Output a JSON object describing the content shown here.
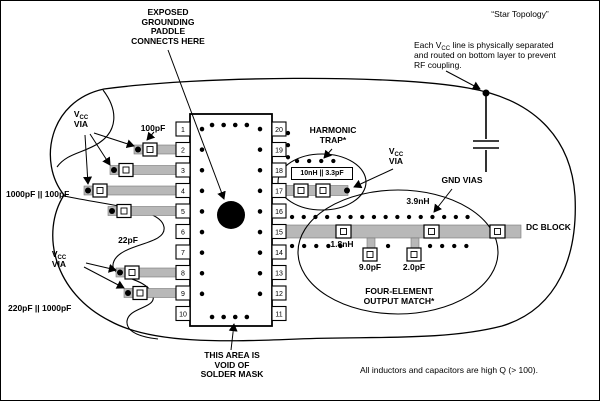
{
  "figure": {
    "star_topology": "“Star Topology”",
    "vcc_note": {
      "pre": "Each V",
      "sub": "CC",
      "post": " line is physically separated\nand routed on bottom layer to prevent\nRF coupling."
    },
    "high_q_note": "All inductors and capacitors are high Q (> 100)."
  },
  "callouts": {
    "exposed_paddle": "EXPOSED\nGROUNDING\nPADDLE\nCONNECTS HERE",
    "solder_mask": "THIS AREA IS\nVOID OF\nSOLDER MASK",
    "harmonic_trap": "HARMONIC\nTRAP*",
    "output_match": "FOUR-ELEMENT\nOUTPUT MATCH*",
    "gnd_vias": "GND VIAS",
    "dc_block": "DC BLOCK",
    "vcc_via": {
      "v": "V",
      "sub": "CC",
      "via": "VIA"
    }
  },
  "components": {
    "c100": "100pF",
    "c1000_100": "1000pF || 100pF",
    "c22": "22pF",
    "c220_1000": "220pF || 1000pF",
    "trap_values": "10nH || 3.3pF",
    "l39": "3.9nH",
    "l18": "1.8nH",
    "c90": "9.0pF",
    "c20": "2.0pF"
  },
  "ic": {
    "left_pins": [
      "1",
      "2",
      "3",
      "4",
      "5",
      "6",
      "7",
      "8",
      "9",
      "10"
    ],
    "right_pins": [
      "20",
      "19",
      "18",
      "17",
      "16",
      "15",
      "14",
      "13",
      "12",
      "11"
    ]
  },
  "colors": {
    "trace": "#b8b8b8",
    "ink": "#000000",
    "background": "#ffffff"
  }
}
